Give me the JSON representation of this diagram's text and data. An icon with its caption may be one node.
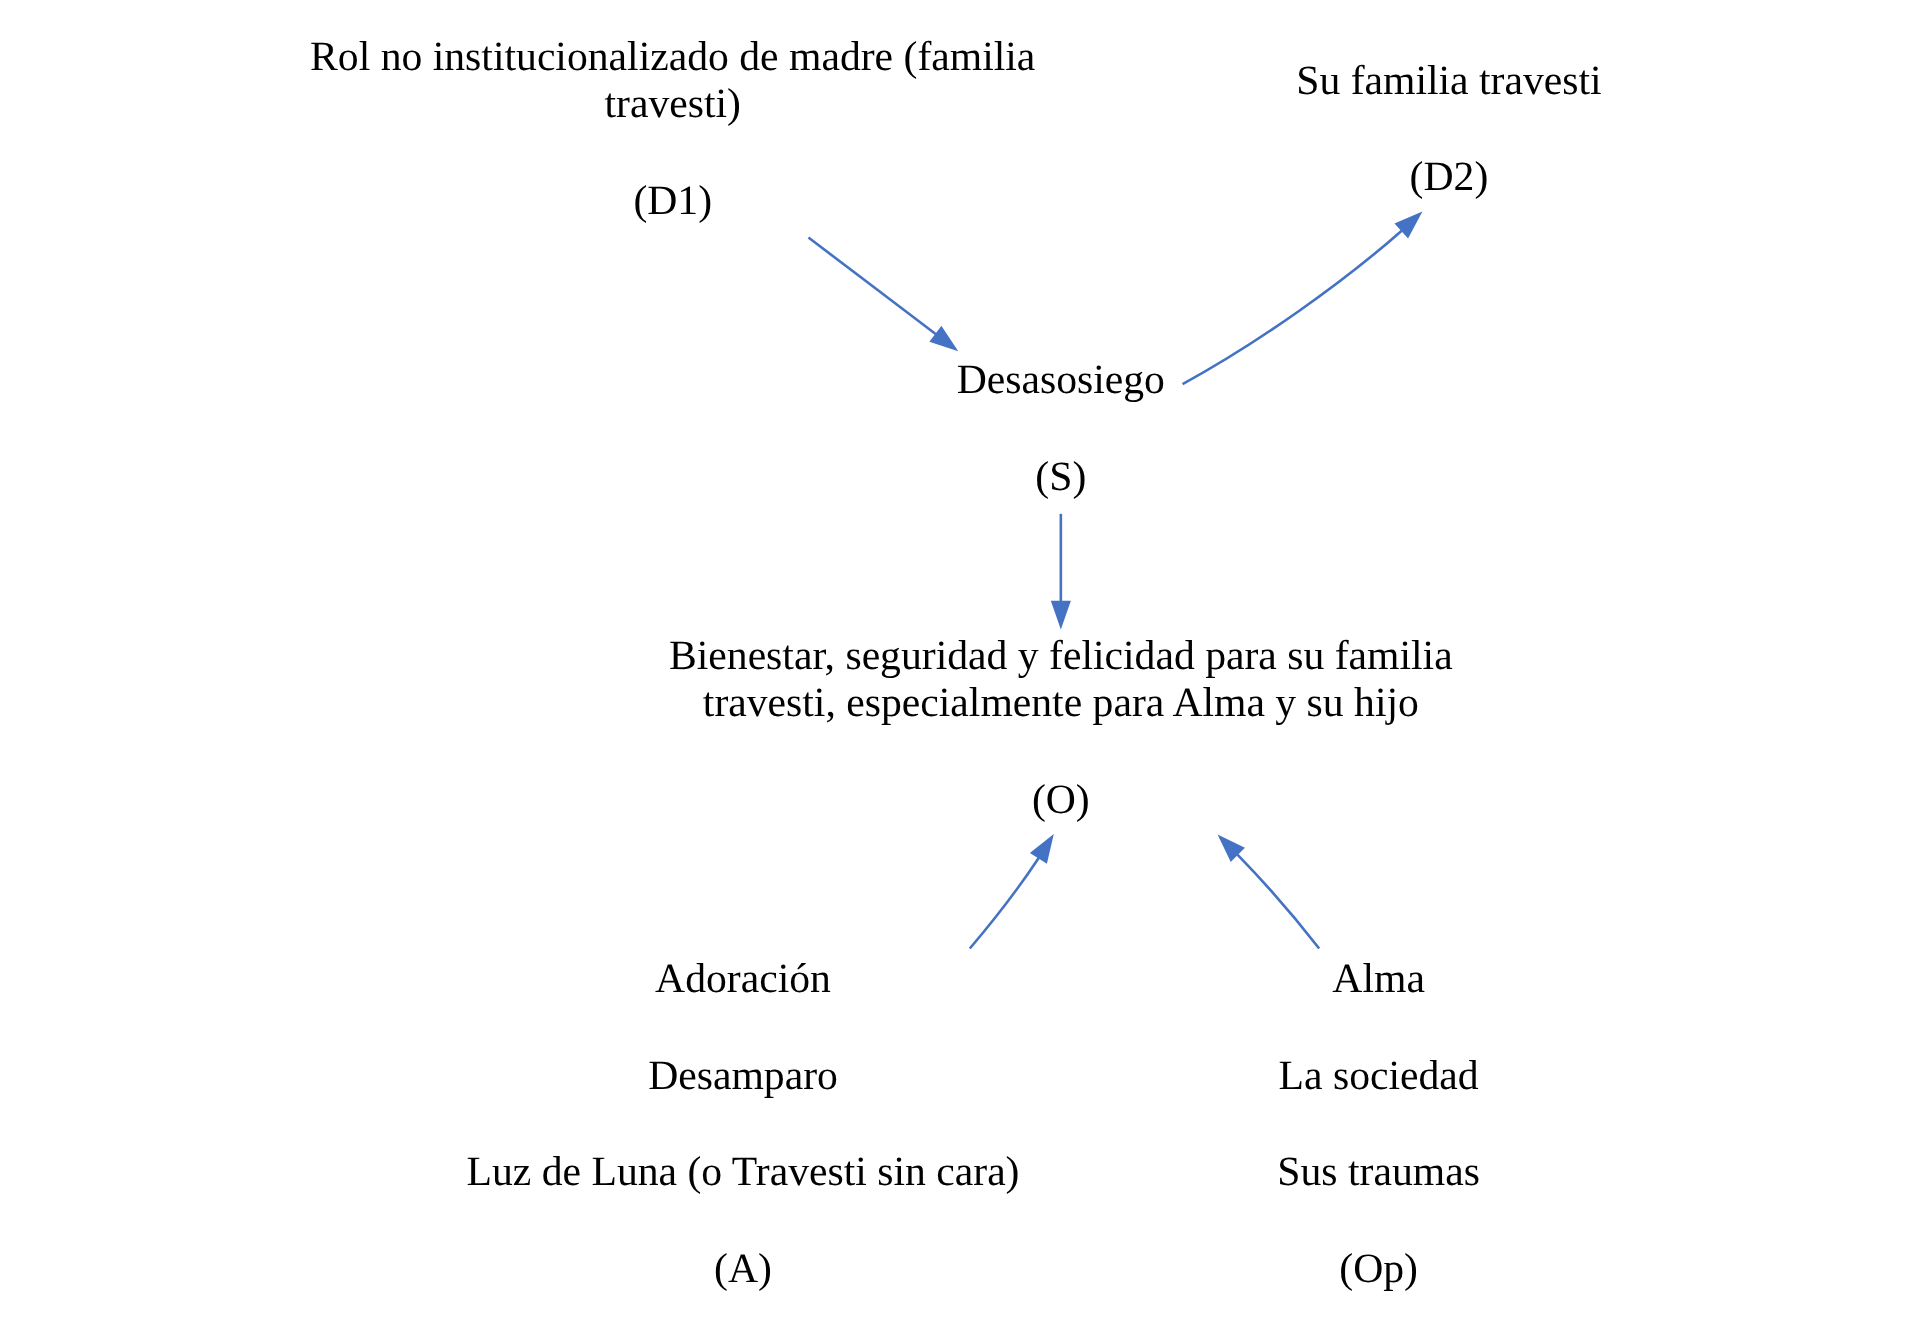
{
  "diagram": {
    "nodes": [
      {
        "text": [
          "Rol no institucionalizado de madre (familia travesti)",
          "(D1)"
        ]
      },
      {
        "text": [
          "Su familia travesti",
          "(D2)"
        ]
      },
      {
        "text": [
          "Desasosiego",
          "(S)"
        ]
      },
      {
        "text": [
          "Bienestar, seguridad y felicidad para su familia travesti, especialmente para Alma y su hijo",
          "(O)"
        ]
      },
      {
        "text": [
          "Adoración",
          "Desamparo",
          "Luz de Luna (o Travesti sin cara)",
          "(A)"
        ]
      },
      {
        "text": [
          "Alma",
          "La sociedad",
          "Sus traumas",
          "(Op)"
        ]
      }
    ],
    "edges": [
      {
        "from": 0,
        "to": 2,
        "arrow": "to"
      },
      {
        "from": 2,
        "to": 1,
        "arrow": "to"
      },
      {
        "from": 2,
        "to": 3,
        "arrow": "to"
      },
      {
        "from": 4,
        "to": 3,
        "arrow": "to"
      },
      {
        "from": 5,
        "to": 3,
        "arrow": "to"
      }
    ]
  }
}
